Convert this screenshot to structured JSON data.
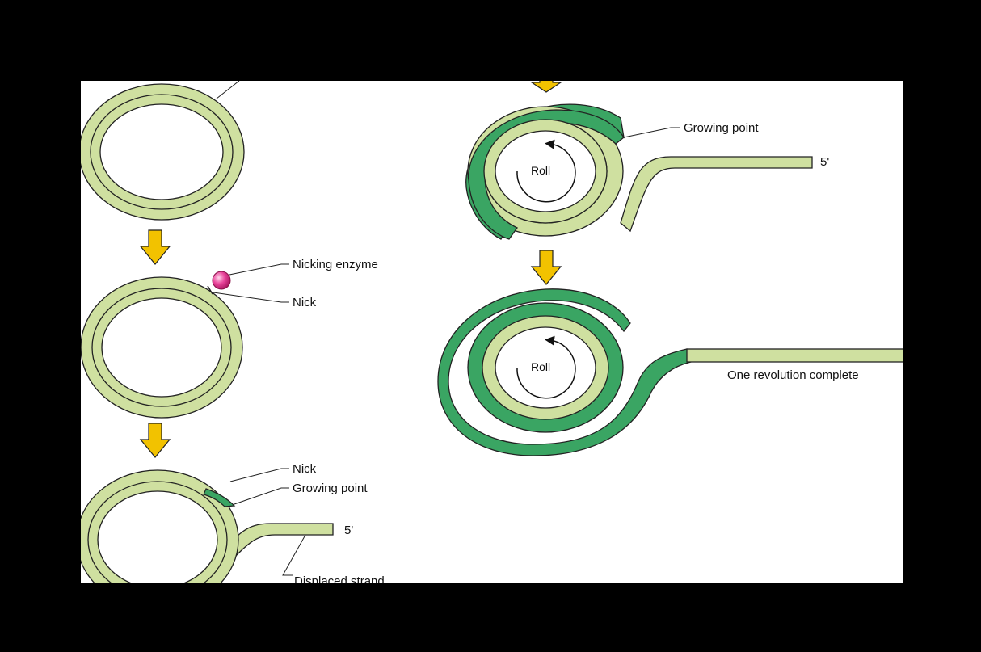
{
  "colors": {
    "background": "#000000",
    "panel": "#ffffff",
    "parental_strand": "#cfe0a0",
    "new_strand": "#3aa563",
    "arrow": "#f2c200",
    "enzyme": "#e8449a",
    "outline": "#222222"
  },
  "labels": {
    "nicking_enzyme": "Nicking enzyme",
    "nick_1": "Nick",
    "nick_2": "Nick",
    "growing_point_1": "Growing point",
    "growing_point_2": "Growing point",
    "five_prime_1": "5'",
    "five_prime_2": "5'",
    "displaced_strand": "Displaced strand",
    "one_revolution": "One revolution complete",
    "roll_1": "Roll",
    "roll_2": "Roll"
  },
  "icons": {
    "down_arrow": "down-arrow-icon",
    "rotation": "rotation-arrow-icon",
    "enzyme": "nicking-enzyme-icon"
  }
}
